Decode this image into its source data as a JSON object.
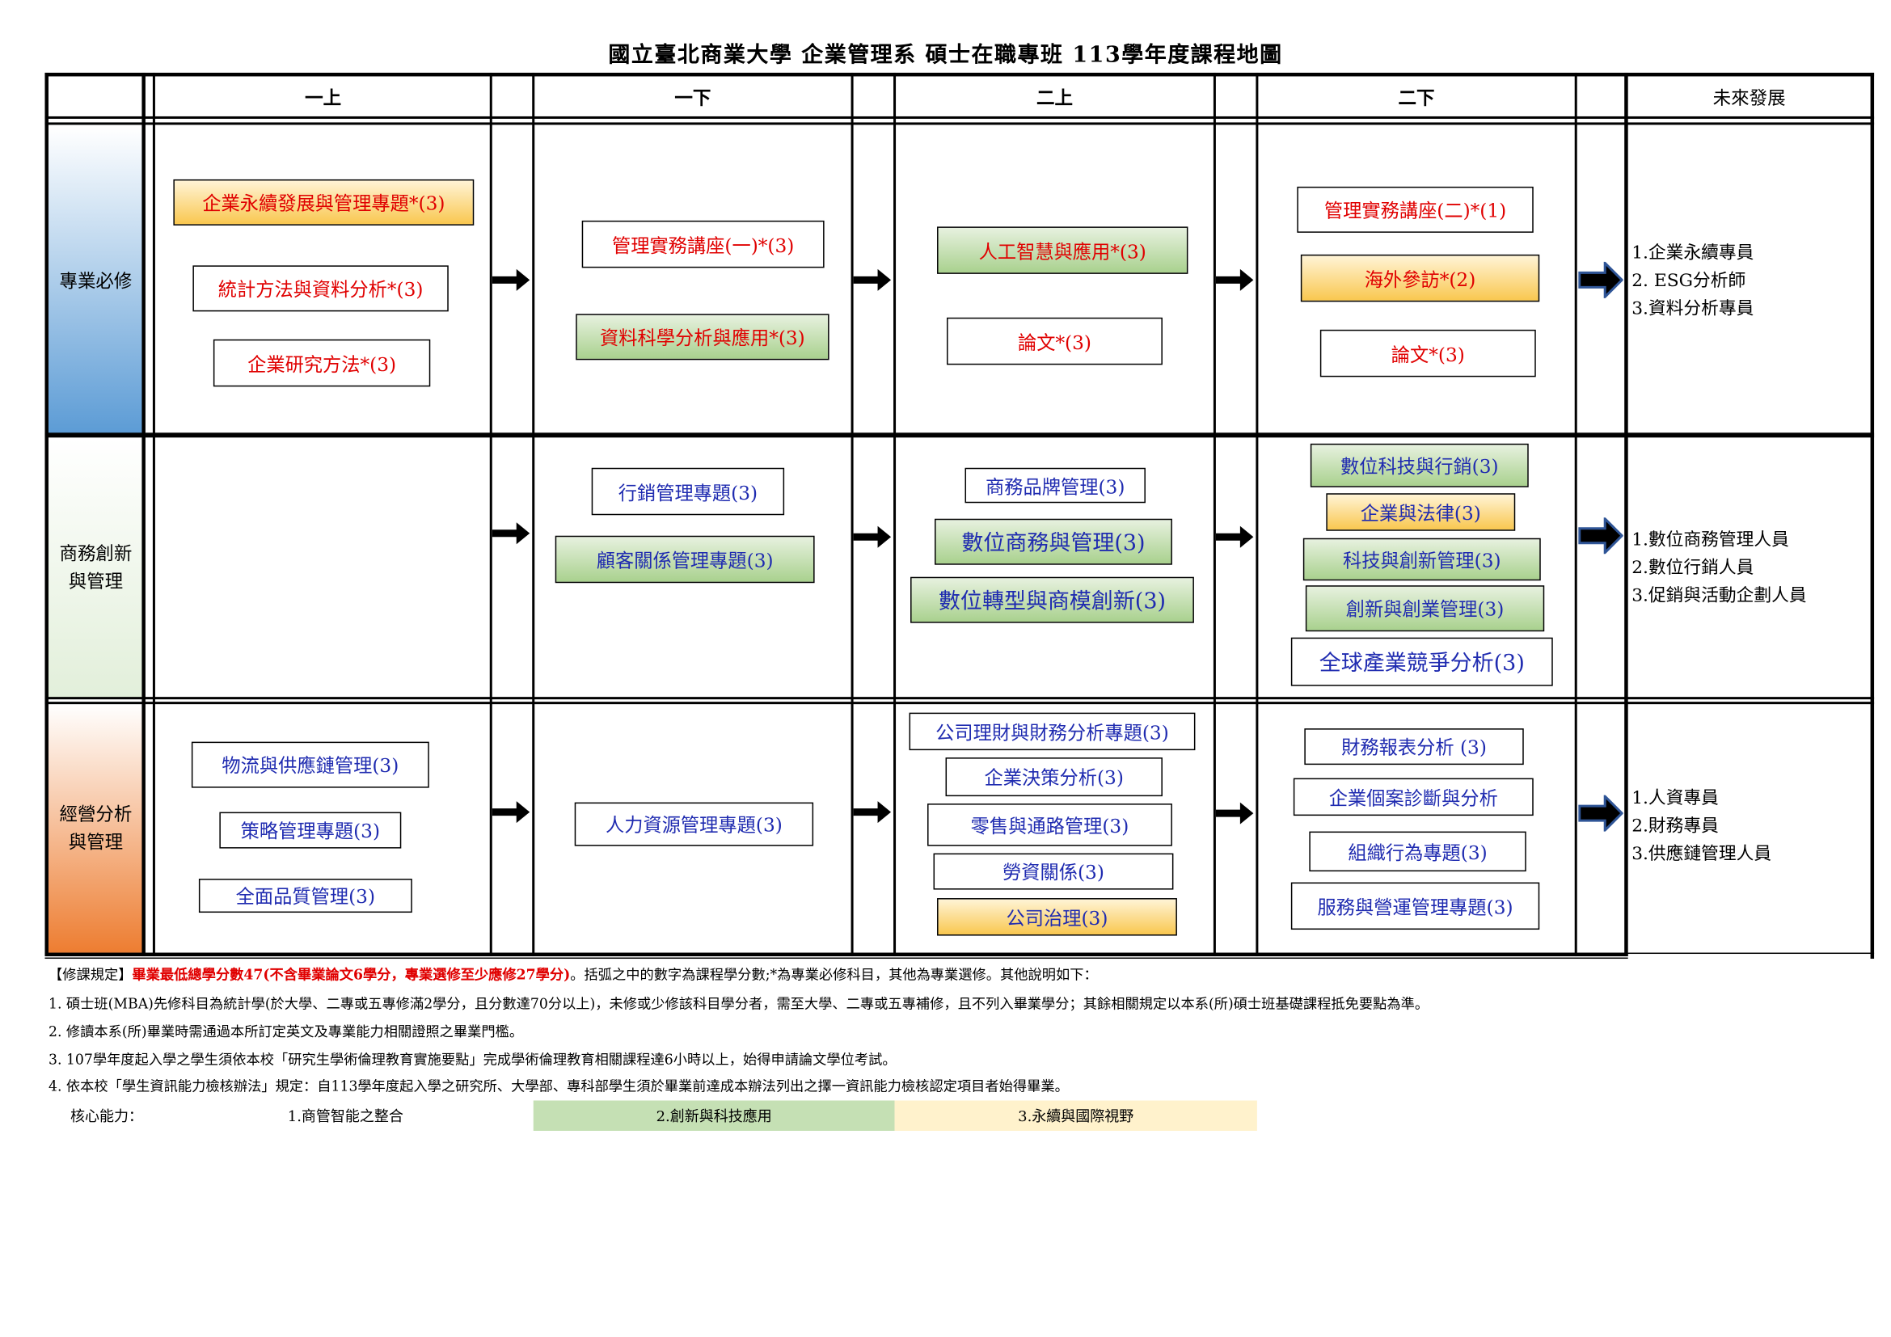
{
  "title": "國立臺北商業大學  企業管理系  碩士在職專班  113學年度課程地圖",
  "headers": {
    "y1a": "一上",
    "y1b": "一下",
    "y2a": "二上",
    "y2b": "二下",
    "future": "未來發展"
  },
  "rows": {
    "required": {
      "label": "專業必修"
    },
    "innovation": {
      "label_1": "商務創新",
      "label_2": "與管理"
    },
    "operations": {
      "label_1": "經營分析",
      "label_2": "與管理"
    }
  },
  "courses": {
    "required": {
      "y1a": [
        "企業永續發展與管理專題*(3)",
        "統計方法與資料分析*(3)",
        "企業研究方法*(3)"
      ],
      "y1b": [
        "管理實務講座(一)*(3)",
        "資料科學分析與應用*(3)"
      ],
      "y2a": [
        "人工智慧與應用*(3)",
        "論文*(3)"
      ],
      "y2b": [
        "管理實務講座(二)*(1)",
        "海外參訪*(2)",
        "論文*(3)"
      ]
    },
    "innovation": {
      "y1b": [
        "行銷管理專題(3)",
        "顧客關係管理專題(3)"
      ],
      "y2a": [
        "商務品牌管理(3)",
        "數位商務與管理(3)",
        "數位轉型與商模創新(3)"
      ],
      "y2b": [
        "數位科技與行銷(3)",
        "企業與法律(3)",
        "科技與創新管理(3)",
        "創新與創業管理(3)",
        "全球產業競爭分析(3)"
      ]
    },
    "operations": {
      "y1a": [
        "物流與供應鏈管理(3)",
        "策略管理專題(3)",
        "全面品質管理(3)"
      ],
      "y1b": [
        "人力資源管理專題(3)"
      ],
      "y2a": [
        "公司理財與財務分析專題(3)",
        "企業決策分析(3)",
        "零售與通路管理(3)",
        "勞資關係(3)",
        "公司治理(3)"
      ],
      "y2b": [
        "財務報表分析 (3)",
        "企業個案診斷與分析",
        "組織行為專題(3)",
        "服務與營運管理專題(3)"
      ]
    }
  },
  "future": {
    "required": [
      "1.企業永續專員",
      "2. ESG分析師",
      "3.資料分析專員"
    ],
    "innovation": [
      "1.數位商務管理人員",
      "2.數位行銷人員",
      "3.促銷與活動企劃人員"
    ],
    "operations": [
      "1.人資專員",
      "2.財務專員",
      "3.供應鏈管理人員"
    ]
  },
  "notes": {
    "rule_prefix": "【修課規定】",
    "rule_highlight": "畢業最低總學分數47(不含畢業論文6學分，專業選修至少應修27學分)",
    "rule_suffix": "。括弧之中的數字為課程學分數;*為專業必修科目，其他為專業選修。其他說明如下：",
    "items": [
      "1. 碩士班(MBA)先修科目為統計學(於大學、二專或五專修滿2學分，且分數達70分以上)，未修或少修該科目學分者，需至大學、二專或五專補修，且不列入畢業學分；其餘相關規定以本系(所)碩士班基礎課程抵免要點為準。",
      "2. 修讀本系(所)畢業時需通過本所訂定英文及專業能力相關證照之畢業門檻。",
      "3. 107學年度起入學之學生須依本校「研究生學術倫理教育實施要點」完成學術倫理教育相關課程達6小時以上，始得申請論文學位考試。",
      "4. 依本校「學生資訊能力檢核辦法」規定：自113學年度起入學之研究所、大學部、專科部學生須於畢業前達成本辦法列出之擇一資訊能力檢核認定項目者始得畢業。"
    ]
  },
  "core": {
    "label": "核心能力：",
    "items": [
      "1.商管智能之整合",
      "2.創新與科技應用",
      "3.永續與國際視野"
    ],
    "colors": [
      "#ffffff",
      "#c5e0b4",
      "#fff2cc"
    ]
  }
}
